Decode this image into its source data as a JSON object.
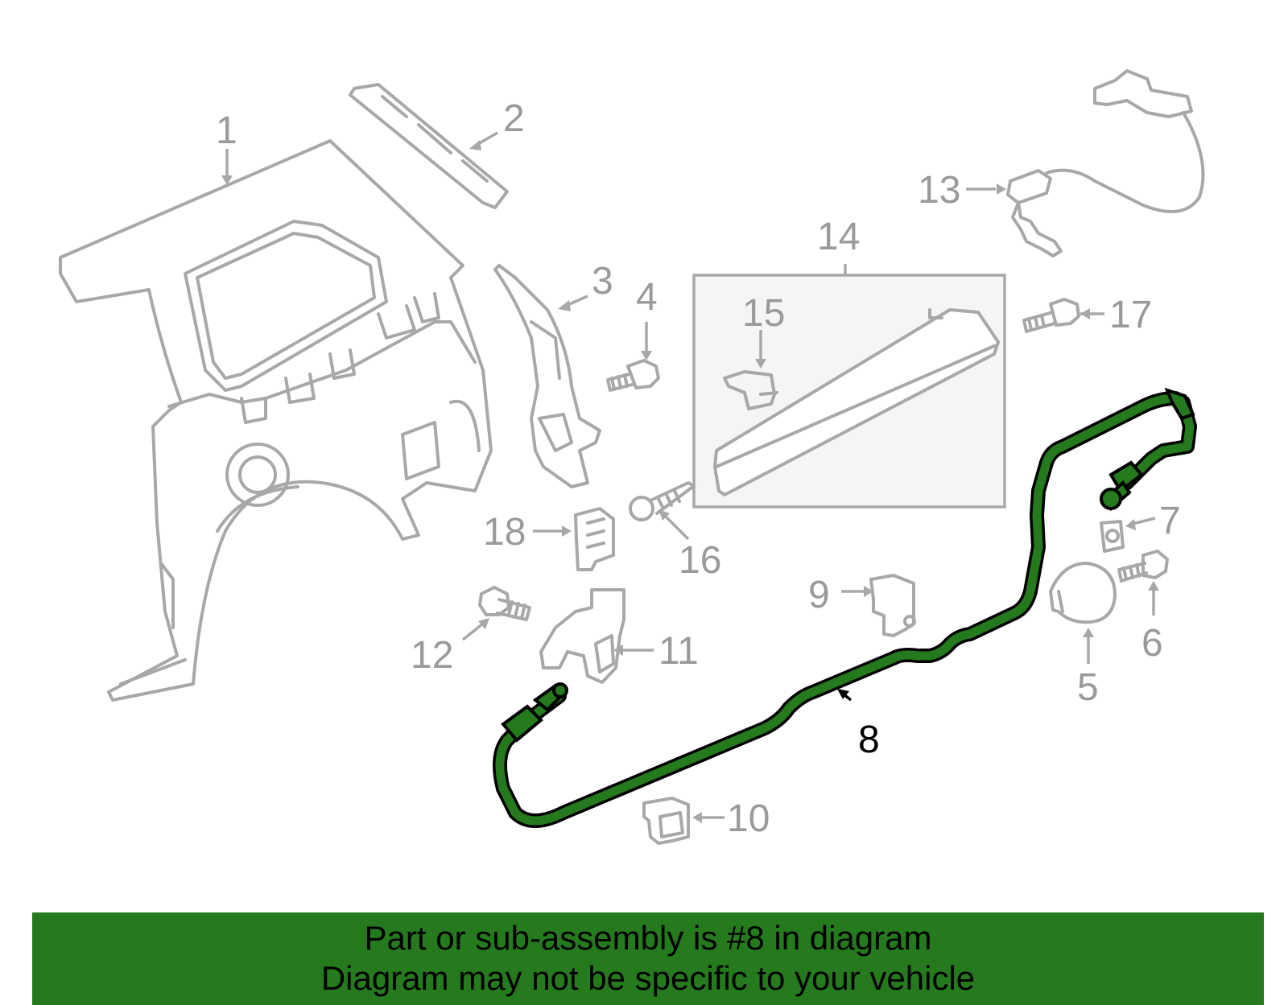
{
  "diagram": {
    "highlight_color": "#247a1c",
    "line_color": "#a8a8a8",
    "highlighted_part": "8",
    "callouts": [
      "1",
      "2",
      "3",
      "4",
      "5",
      "6",
      "7",
      "8",
      "9",
      "10",
      "11",
      "12",
      "13",
      "14",
      "15",
      "16",
      "17",
      "18"
    ]
  },
  "banner": {
    "line1": "Part or sub-assembly is #8 in diagram",
    "line2": "Diagram may not be specific to your vehicle",
    "background": "#247a1c"
  }
}
